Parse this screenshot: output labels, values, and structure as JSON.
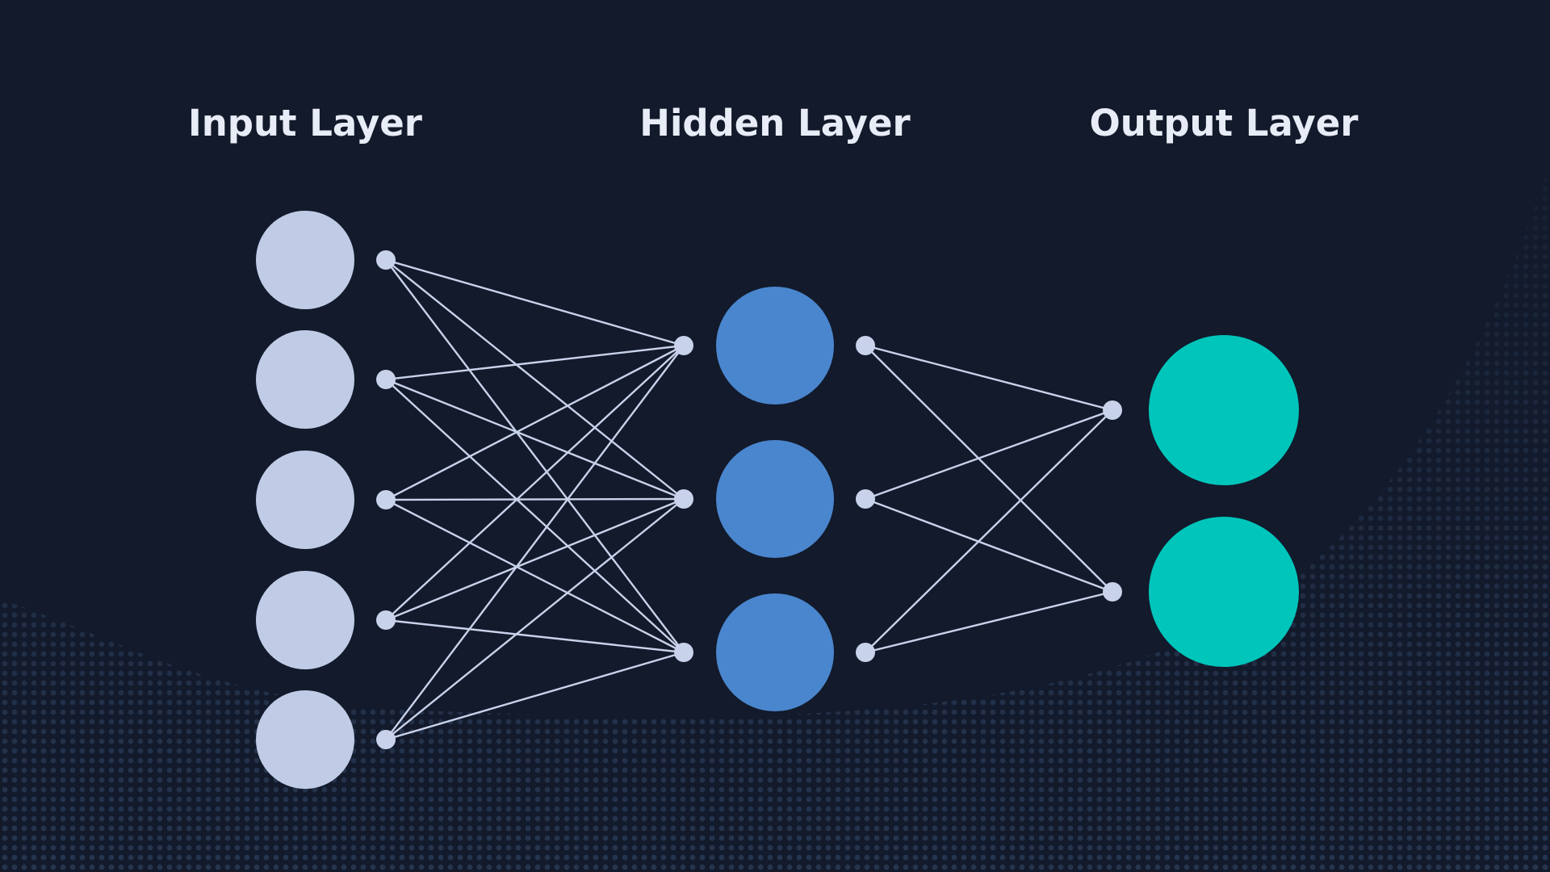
{
  "layers": [
    {
      "id": "input",
      "title": "Input Layer",
      "neuron_count": 5,
      "color": "#c0cce6"
    },
    {
      "id": "hidden",
      "title": "Hidden Layer",
      "neuron_count": 3,
      "color": "#4a86ce"
    },
    {
      "id": "output",
      "title": "Output Layer",
      "neuron_count": 2,
      "color": "#00c5bb"
    }
  ],
  "connections": [
    {
      "from": "input",
      "to": "hidden",
      "fully_connected": true
    },
    {
      "from": "hidden",
      "to": "output",
      "fully_connected": true
    }
  ],
  "colors": {
    "background": "#121a2b",
    "edge": "#c8d2ea",
    "connector_dot": "#c8d2ea",
    "title": "#e8ecf6",
    "dot_pattern": "#2a3a55"
  }
}
